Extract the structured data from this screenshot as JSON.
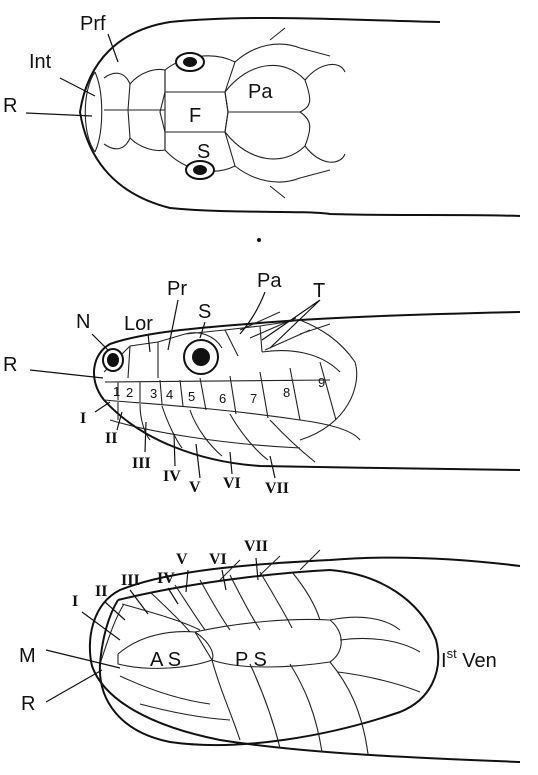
{
  "diagram": {
    "dorsal": {
      "labels": {
        "prf": "Prf",
        "int": "Int",
        "r": "R",
        "pa": "Pa",
        "f": "F",
        "s": "S"
      }
    },
    "lateral": {
      "labels": {
        "n": "N",
        "lor": "Lor",
        "pr": "Pr",
        "s": "S",
        "pa": "Pa",
        "t": "T",
        "r": "R"
      },
      "supralabials": [
        "1",
        "2",
        "3",
        "4",
        "5",
        "6",
        "7",
        "8",
        "9"
      ],
      "infralabials": [
        "I",
        "II",
        "III",
        "IV",
        "V",
        "VI",
        "VII"
      ]
    },
    "ventral": {
      "labels": {
        "m": "M",
        "r": "R",
        "as": "A S",
        "ps": "P S",
        "first_ventral_base": "I",
        "first_ventral_sup": "st",
        "first_ventral_rest": " Ven"
      },
      "infralabials": [
        "I",
        "II",
        "III",
        "IV",
        "V",
        "VI",
        "VII"
      ]
    },
    "colors": {
      "ink": "#111111",
      "paper": "#ffffff"
    }
  }
}
